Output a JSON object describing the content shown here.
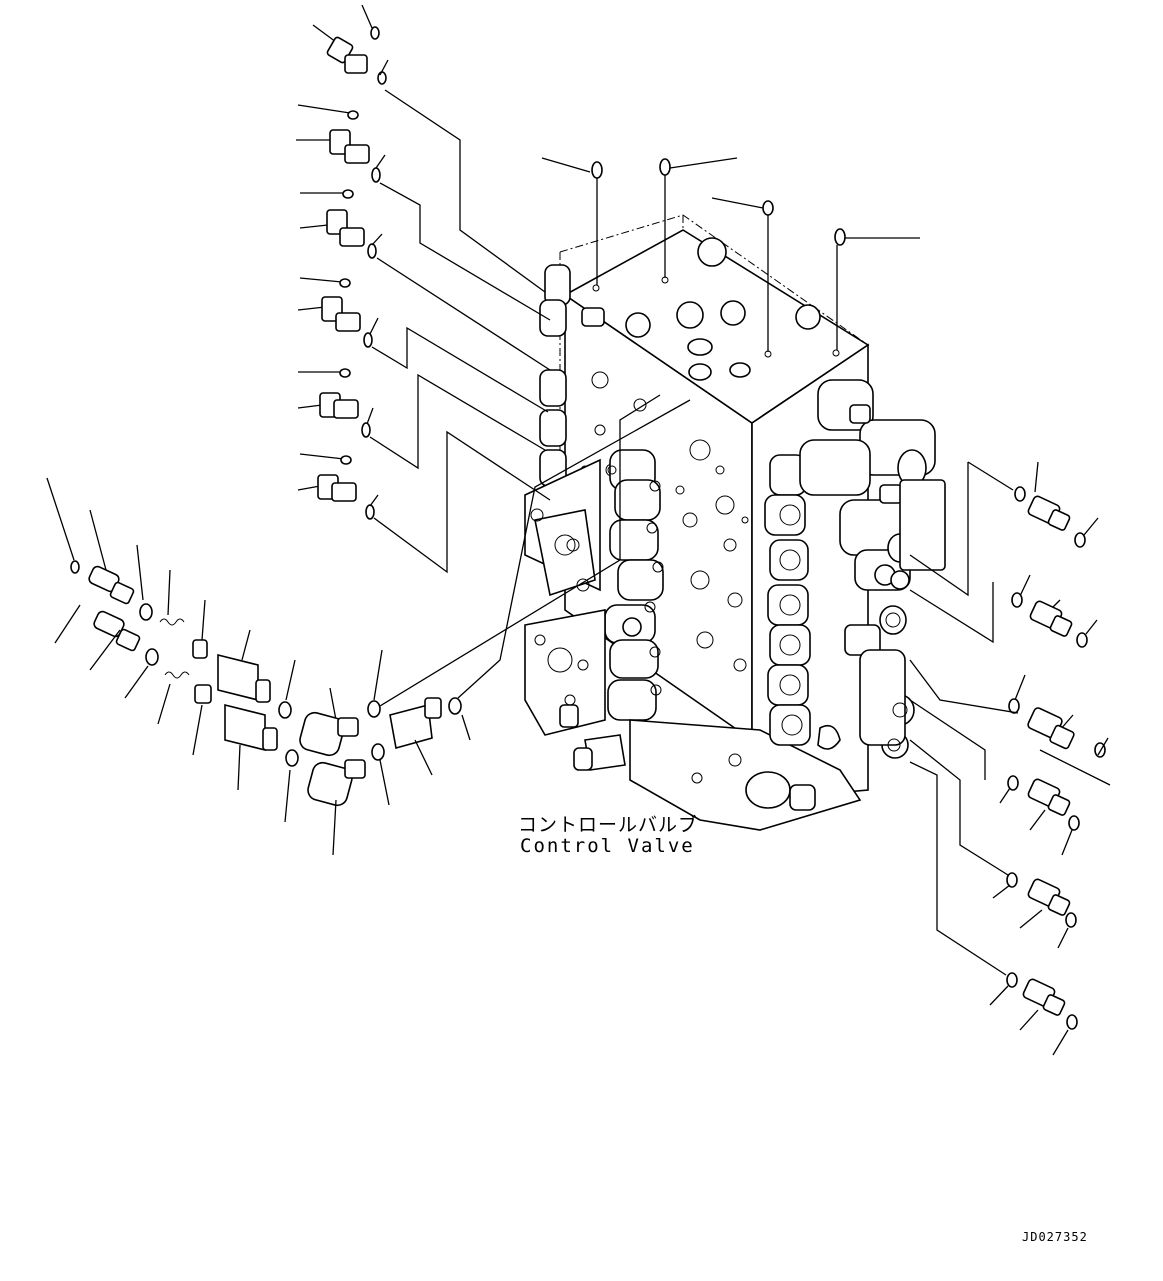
{
  "diagram": {
    "caption_jp": "コントロールバルブ",
    "caption_en": "Control Valve",
    "drawing_id": "JD027352"
  },
  "colors": {
    "line": "#000000",
    "background": "#ffffff"
  }
}
